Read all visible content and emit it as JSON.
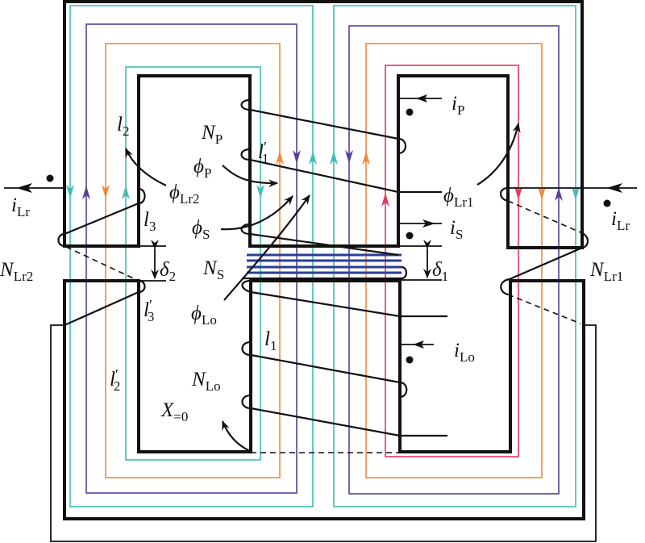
{
  "title": "Integrated magnetic core with flux paths and windings",
  "colors": {
    "core": "#111111",
    "flux_cyan": "#3fbdb9",
    "flux_purple": "#55409a",
    "flux_orange": "#f08a38",
    "flux_red": "#e5395a",
    "winding_ns": "#2b3d96"
  },
  "labels": {
    "l2": {
      "m": "l",
      "s": "2"
    },
    "l2p": {
      "m": "l",
      "s": "2",
      "p": "′"
    },
    "l3": {
      "m": "l",
      "s": "3"
    },
    "l3p": {
      "m": "l",
      "s": "3",
      "p": "′"
    },
    "l1": {
      "m": "l",
      "s": "1"
    },
    "l1p": {
      "m": "l",
      "s": "1",
      "p": "′"
    },
    "NP": {
      "m": "N",
      "s": "P"
    },
    "phiP": {
      "m": "ϕ",
      "s": "P"
    },
    "phiLr2": {
      "m": "ϕ",
      "s": "Lr2"
    },
    "phiS": {
      "m": "ϕ",
      "s": "S"
    },
    "NS": {
      "m": "N",
      "s": "S"
    },
    "phiLo": {
      "m": "ϕ",
      "s": "Lo"
    },
    "NLo": {
      "m": "N",
      "s": "Lo"
    },
    "X0": {
      "m": "X",
      "s": "=0"
    },
    "NLr2": {
      "m": "N",
      "s": "Lr2"
    },
    "delta2": {
      "m": "δ",
      "s": "2"
    },
    "delta1": {
      "m": "δ",
      "s": "1"
    },
    "NLr1": {
      "m": "N",
      "s": "Lr1"
    },
    "iLrLeft": {
      "m": "i",
      "s": "Lr"
    },
    "iLrRight": {
      "m": "i",
      "s": "Lr"
    },
    "iP": {
      "m": "i",
      "s": "P"
    },
    "iS": {
      "m": "i",
      "s": "S"
    },
    "phiLr1": {
      "m": "ϕ",
      "s": "Lr1"
    },
    "iLo": {
      "m": "i",
      "s": "Lo"
    }
  }
}
